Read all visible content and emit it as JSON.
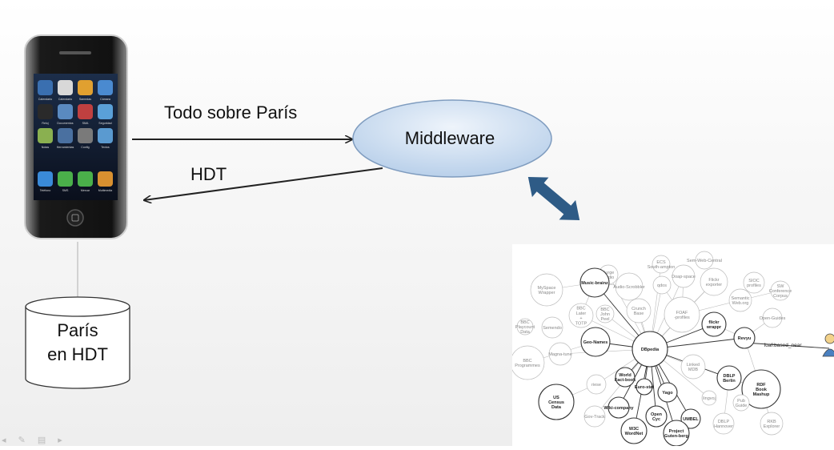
{
  "diagram": {
    "arrow_top_label": "Todo sobre París",
    "arrow_bottom_label": "HDT",
    "middleware_label": "Middleware",
    "database_label_line1": "París",
    "database_label_line2": "en HDT",
    "colors": {
      "middleware_fill": "#c9dcf0",
      "middleware_stroke": "#7f9cbf",
      "double_arrow": "#2e5b86",
      "arrow": "#222222"
    }
  },
  "phone": {
    "icon_labels": [
      "Calendario",
      "Calendario",
      "Samedas",
      "Cámara",
      "Reloj",
      "Documentos",
      "SMA",
      "Seguridad",
      "Notas",
      "Herramientas",
      "Config",
      "Textos",
      "Teléfono",
      "SMS",
      "Mercar",
      "Multimedia"
    ]
  },
  "lod_cloud": {
    "nodes": [
      {
        "id": "surge",
        "label": "Surge Radio"
      },
      {
        "id": "ecs",
        "label": "ECS South-ampton"
      },
      {
        "id": "semweb",
        "label": "Sem-Web-Central"
      },
      {
        "id": "musicbrainz",
        "label": "Music-brainz"
      },
      {
        "id": "audioscrobbler",
        "label": "Audio-Scrobbler"
      },
      {
        "id": "qdos",
        "label": "qdos"
      },
      {
        "id": "doapspace",
        "label": "Doap-space"
      },
      {
        "id": "flickrexp",
        "label": "Flickr exporter"
      },
      {
        "id": "sioc",
        "label": "SIOC profiles"
      },
      {
        "id": "swconf",
        "label": "SW Conference Corpus"
      },
      {
        "id": "myspace",
        "label": "MySpace Wrapper"
      },
      {
        "id": "bbclater",
        "label": "BBC Later + TOTP"
      },
      {
        "id": "bbcjohn",
        "label": "BBC John Peel"
      },
      {
        "id": "crunch",
        "label": "Crunch Base"
      },
      {
        "id": "foaf",
        "label": "FOAF -profiles"
      },
      {
        "id": "semwebor",
        "label": "Semantic Web.org"
      },
      {
        "id": "openguides",
        "label": "Open-Guides"
      },
      {
        "id": "bbcplay",
        "label": "BBC Playcount Data"
      },
      {
        "id": "semendo",
        "label": "Semendo"
      },
      {
        "id": "flickrwrap",
        "label": "flickr wrappr"
      },
      {
        "id": "revyu",
        "label": "Revyu"
      },
      {
        "id": "geonames",
        "label": "Geo-Names"
      },
      {
        "id": "dbpedia",
        "label": "DBpedia"
      },
      {
        "id": "bbcprog",
        "label": "BBC Programmes"
      },
      {
        "id": "magnatune",
        "label": "Magna-tune"
      },
      {
        "id": "worldfact",
        "label": "World Fact-book"
      },
      {
        "id": "linkedmdb",
        "label": "Linked MDB"
      },
      {
        "id": "dblpberlin",
        "label": "DBLP Berlin"
      },
      {
        "id": "riese",
        "label": "riese"
      },
      {
        "id": "eurostat",
        "label": "Euro-stat"
      },
      {
        "id": "yago",
        "label": "Yago"
      },
      {
        "id": "rdfbook",
        "label": "RDF Book Mashup"
      },
      {
        "id": "uscensus",
        "label": "US Census Data"
      },
      {
        "id": "wikicompany",
        "label": "Wiki-company"
      },
      {
        "id": "opencyc",
        "label": "Open Cyc"
      },
      {
        "id": "umbel",
        "label": "UMBEL"
      },
      {
        "id": "ingvej",
        "label": "lingvoj"
      },
      {
        "id": "pubguide",
        "label": "Pub Guide"
      },
      {
        "id": "govtrack",
        "label": "Gov-Track"
      },
      {
        "id": "w3c",
        "label": "W3C WordNet"
      },
      {
        "id": "gutenberg",
        "label": "Project Guten-berg"
      },
      {
        "id": "dblphann",
        "label": "DBLP Hannover"
      },
      {
        "id": "rkb",
        "label": "RKB Explorer"
      }
    ],
    "edge_label": "foaf:based_near"
  }
}
